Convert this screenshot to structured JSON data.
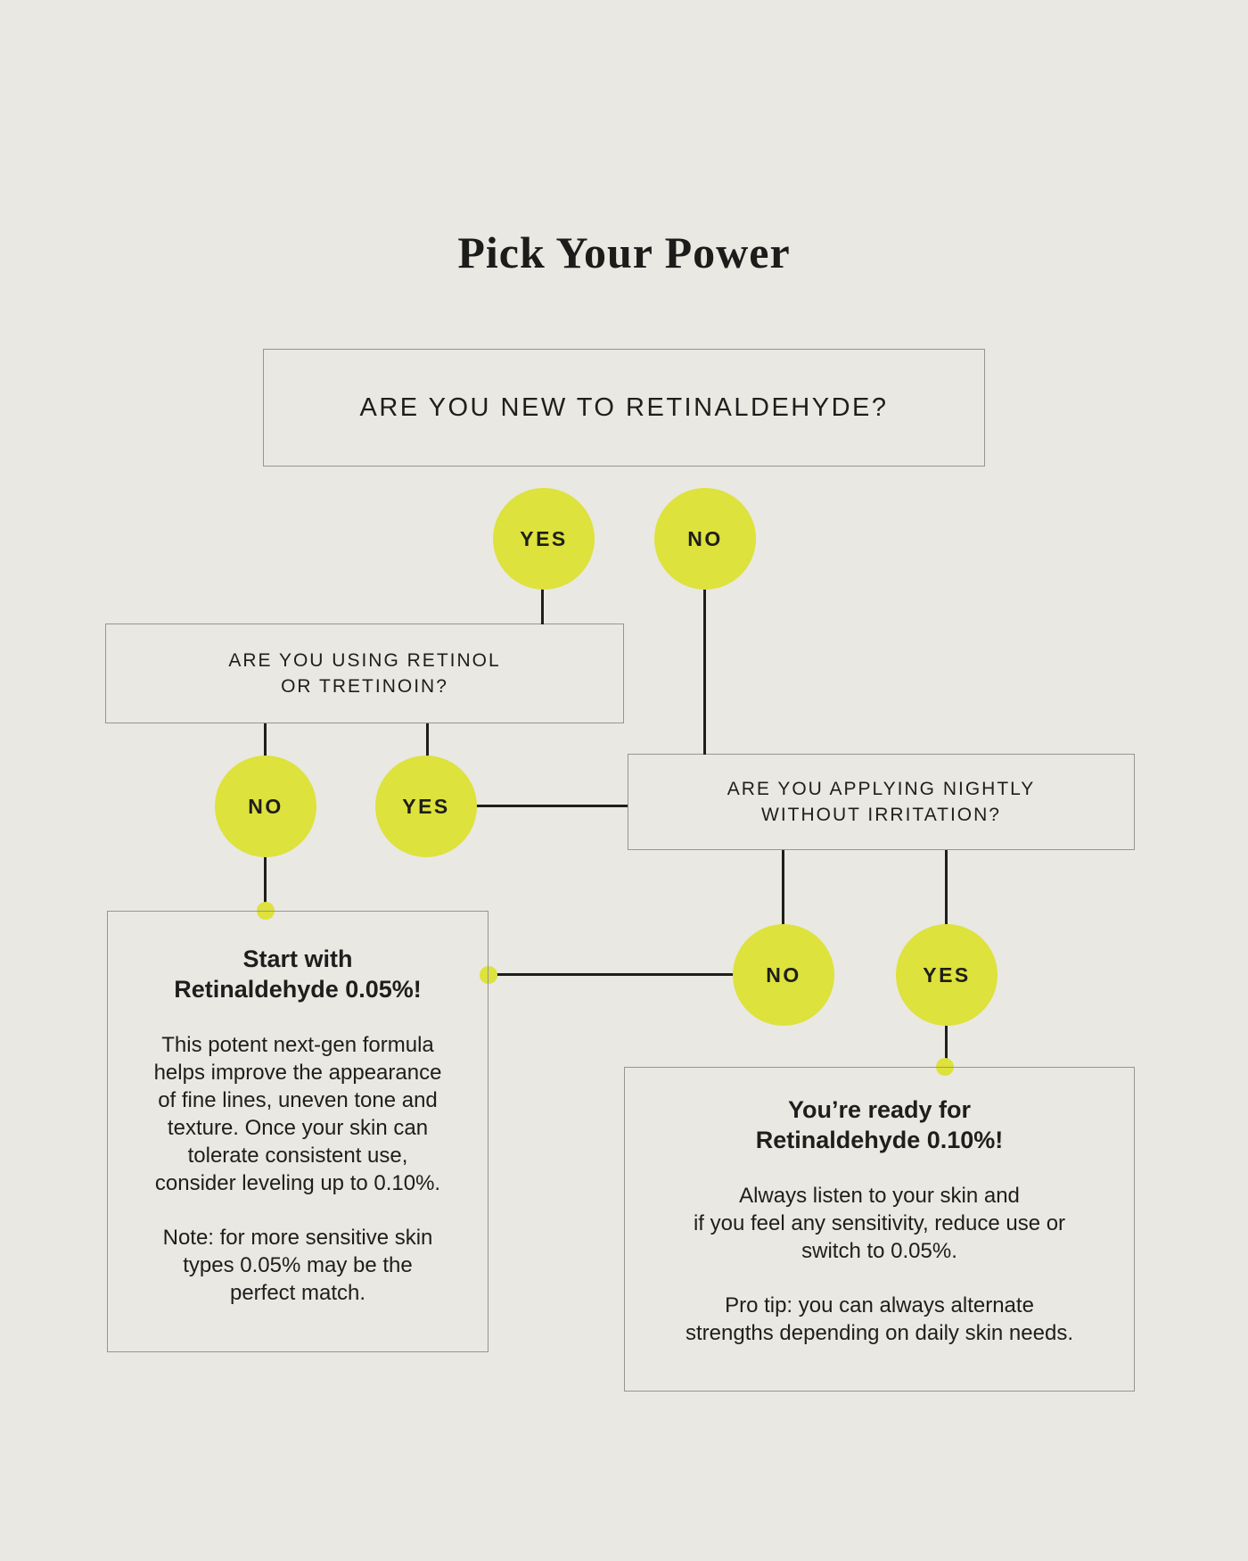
{
  "page": {
    "title": "Pick Your Power",
    "colors": {
      "background": "#e9e8e3",
      "accent_yellow": "#dde23c",
      "text": "#1e1e1c",
      "box_border": "#97958e"
    }
  },
  "questions": {
    "q1": "ARE YOU NEW TO RETINALDEHYDE?",
    "q2": "ARE YOU USING RETINOL\nOR TRETINOIN?",
    "q3": "ARE YOU APPLYING NIGHTLY\nWITHOUT IRRITATION?"
  },
  "answers": {
    "q1_yes": "YES",
    "q1_no": "NO",
    "q2_no": "NO",
    "q2_yes": "YES",
    "q3_no": "NO",
    "q3_yes": "YES"
  },
  "results": {
    "low": {
      "heading": "Start with\nRetinaldehyde 0.05%!",
      "body": "This potent next-gen formula\nhelps improve the appearance\nof fine lines, uneven tone and\ntexture. Once your skin can\ntolerate consistent use,\nconsider leveling up to 0.10%.",
      "note": "Note: for more sensitive skin\ntypes 0.05% may be the\nperfect match."
    },
    "high": {
      "heading": "You’re ready for\nRetinaldehyde 0.10%!",
      "body": "Always listen to your skin and\nif you feel any sensitivity, reduce use or\nswitch to 0.05%.",
      "note": "Pro tip: you can always alternate\nstrengths depending on daily skin needs."
    }
  }
}
